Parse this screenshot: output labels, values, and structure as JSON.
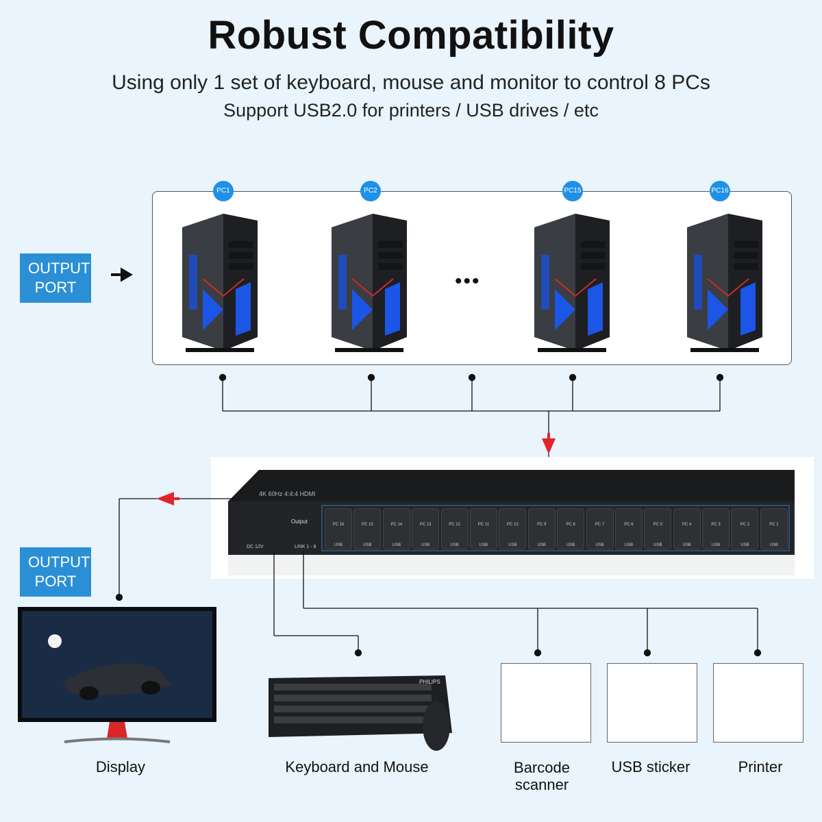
{
  "header": {
    "title": "Robust Compatibility",
    "subtitle1": "Using only 1 set of keyboard, mouse and monitor to control 8 PCs",
    "subtitle2": "Support USB2.0 for printers / USB drives / etc"
  },
  "badges": {
    "output_port_top": "OUTPUT PORT",
    "output_port_bottom": "OUTPUT PORT"
  },
  "pcs": {
    "pc1": "PC1",
    "pc2": "PC2",
    "pc15": "PC15",
    "pc16": "PC16",
    "ellipsis": "•••"
  },
  "switch": {
    "brand": "HDMI",
    "model": "4K 60Hz 4:4:4",
    "output_label": "Output",
    "dc_label": "DC 12V",
    "link_label": "LINK 1 - 8",
    "port_label": "USB",
    "pc_ports": [
      "PC 16",
      "PC 15",
      "PC 14",
      "PC 13",
      "PC 12",
      "PC 11",
      "PC 10",
      "PC 9",
      "PC 8",
      "PC 7",
      "PC 6",
      "PC 5",
      "PC 4",
      "PC 3",
      "PC 2",
      "PC 1"
    ]
  },
  "devices": {
    "display": "Display",
    "keyboard_mouse": "Keyboard and Mouse",
    "keyboard_brand": "PHILIPS",
    "barcode_line1": "Barcode",
    "barcode_line2": "scanner",
    "usb_stick": "USB sticker",
    "printer": "Printer"
  },
  "colors": {
    "accent_blue": "#2b8fd6",
    "arrow_red": "#e0252b",
    "background": "#e9f4fc"
  }
}
